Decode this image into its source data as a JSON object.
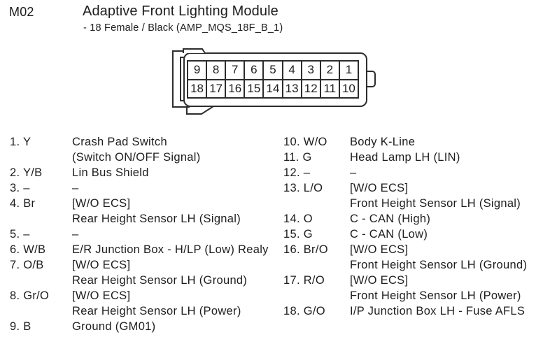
{
  "header": {
    "module_id": "M02",
    "title": "Adaptive Front Lighting Module",
    "subtitle": "- 18 Female / Black (AMP_MQS_18F_B_1)"
  },
  "connector": {
    "top_row": [
      "9",
      "8",
      "7",
      "6",
      "5",
      "4",
      "3",
      "2",
      "1"
    ],
    "bottom_row": [
      "18",
      "17",
      "16",
      "15",
      "14",
      "13",
      "12",
      "11",
      "10"
    ],
    "outline_color": "#2d2d2d"
  },
  "pins": {
    "left": [
      {
        "label": "1. Y",
        "lines": [
          "Crash Pad Switch",
          "(Switch ON/OFF Signal)"
        ]
      },
      {
        "label": "2. Y/B",
        "lines": [
          "Lin Bus Shield"
        ]
      },
      {
        "label": "3. –",
        "lines": [
          "–"
        ]
      },
      {
        "label": "4. Br",
        "lines": [
          "[W/O ECS]",
          "Rear Height Sensor LH (Signal)"
        ]
      },
      {
        "label": "5. –",
        "lines": [
          "–"
        ]
      },
      {
        "label": "6. W/B",
        "lines": [
          "E/R Junction Box - H/LP (Low) Realy"
        ]
      },
      {
        "label": "7. O/B",
        "lines": [
          "[W/O ECS]",
          "Rear Height Sensor LH (Ground)"
        ]
      },
      {
        "label": "8. Gr/O",
        "lines": [
          "[W/O ECS]",
          "Rear Height Sensor LH (Power)"
        ]
      },
      {
        "label": "9. B",
        "lines": [
          "Ground (GM01)"
        ]
      }
    ],
    "right": [
      {
        "label": "10. W/O",
        "lines": [
          "Body K-Line"
        ]
      },
      {
        "label": "11. G",
        "lines": [
          "Head Lamp LH (LIN)"
        ]
      },
      {
        "label": "12. –",
        "lines": [
          "–"
        ]
      },
      {
        "label": "13. L/O",
        "lines": [
          "[W/O ECS]",
          "Front Height Sensor LH (Signal)"
        ]
      },
      {
        "label": "14. O",
        "lines": [
          "C - CAN (High)"
        ]
      },
      {
        "label": "15. G",
        "lines": [
          "C - CAN (Low)"
        ]
      },
      {
        "label": "16. Br/O",
        "lines": [
          "[W/O ECS]",
          "Front Height Sensor LH (Ground)"
        ]
      },
      {
        "label": "17. R/O",
        "lines": [
          "[W/O ECS]",
          "Front Height Sensor LH (Power)"
        ]
      },
      {
        "label": "18. G/O",
        "lines": [
          "I/P Junction Box LH - Fuse AFLS"
        ]
      }
    ]
  }
}
